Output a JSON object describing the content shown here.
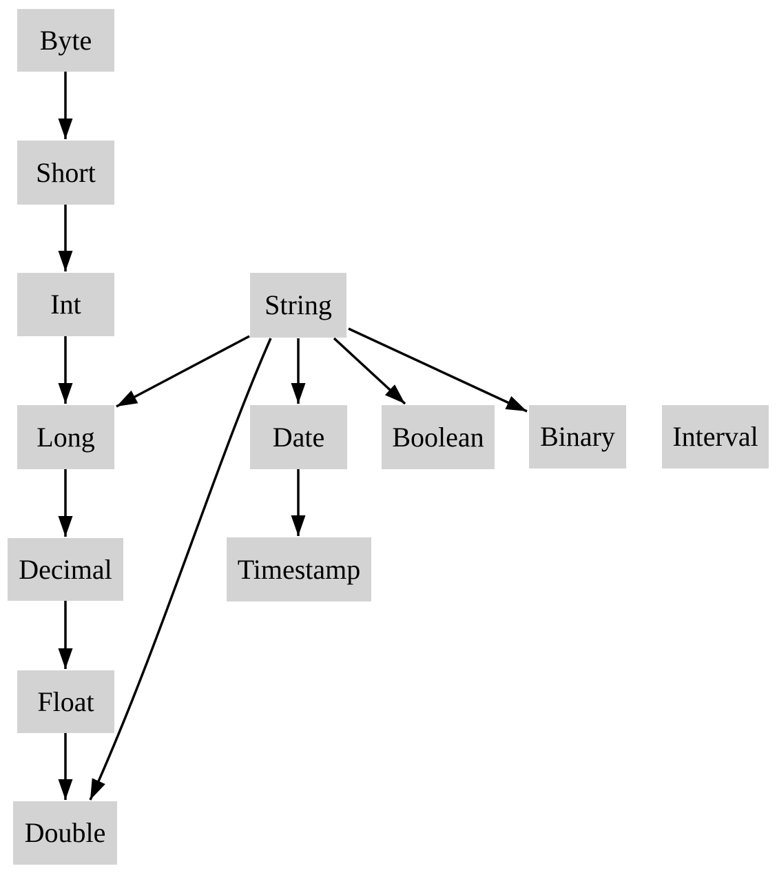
{
  "diagram": {
    "nodes": [
      {
        "id": "byte",
        "label": "Byte"
      },
      {
        "id": "short",
        "label": "Short"
      },
      {
        "id": "int",
        "label": "Int"
      },
      {
        "id": "string",
        "label": "String"
      },
      {
        "id": "long",
        "label": "Long"
      },
      {
        "id": "date",
        "label": "Date"
      },
      {
        "id": "boolean",
        "label": "Boolean"
      },
      {
        "id": "binary",
        "label": "Binary"
      },
      {
        "id": "interval",
        "label": "Interval"
      },
      {
        "id": "decimal",
        "label": "Decimal"
      },
      {
        "id": "timestamp",
        "label": "Timestamp"
      },
      {
        "id": "float",
        "label": "Float"
      },
      {
        "id": "double",
        "label": "Double"
      }
    ],
    "edges": [
      {
        "from": "Byte",
        "to": "Short"
      },
      {
        "from": "Short",
        "to": "Int"
      },
      {
        "from": "Int",
        "to": "Long"
      },
      {
        "from": "Long",
        "to": "Decimal"
      },
      {
        "from": "Decimal",
        "to": "Float"
      },
      {
        "from": "Float",
        "to": "Double"
      },
      {
        "from": "String",
        "to": "Long"
      },
      {
        "from": "String",
        "to": "Date"
      },
      {
        "from": "String",
        "to": "Boolean"
      },
      {
        "from": "String",
        "to": "Binary"
      },
      {
        "from": "String",
        "to": "Double"
      },
      {
        "from": "Date",
        "to": "Timestamp"
      }
    ]
  },
  "colors": {
    "node_fill": "#d3d3d3",
    "edge": "#000000",
    "text": "#000000",
    "background": "#ffffff"
  }
}
